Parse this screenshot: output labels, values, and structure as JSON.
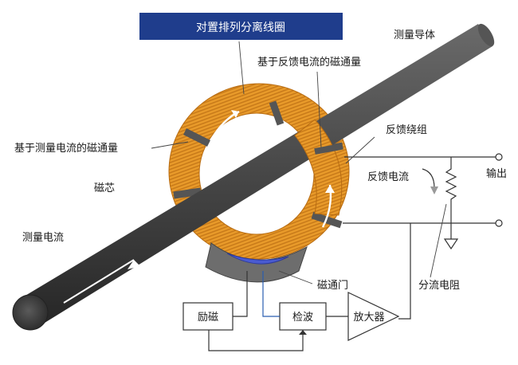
{
  "title": "对置排列分离线圈",
  "labels": {
    "conductor": "测量导体",
    "feedback_flux": "基于反馈电流的磁通量",
    "measured_flux": "基于测量电流的磁通量",
    "feedback_winding": "反馈绕组",
    "feedback_current": "反馈电流",
    "output": "输出",
    "core": "磁芯",
    "measured_current": "测量电流",
    "magnetic_gate": "磁通门",
    "shunt_resistor": "分流电阻"
  },
  "blocks": {
    "excitation": "励磁",
    "detection": "检波",
    "amplifier": "放大器"
  },
  "colors": {
    "title_bg": "#1f3d8c",
    "coil": "#e89a2a",
    "coil_dark": "#c67818",
    "band": "#5a5a5a",
    "conductor": "#4a4a4a",
    "gate": "#4a5bd0",
    "signal": "#2a5db0"
  }
}
